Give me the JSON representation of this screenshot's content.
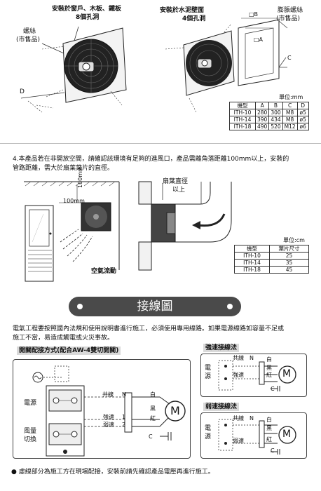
{
  "top": {
    "left_title_line1": "安裝於窗戶、木板、鐵板",
    "left_title_line2": "8個孔洞",
    "left_label_screw_1": "螺絲",
    "left_label_screw_2": "(市售品)",
    "left_label_d": "D",
    "right_title_line1": "安裝於水泥壁面",
    "right_title_line2": "4個孔洞",
    "right_label_anchor_1": "膨脹螺絲",
    "right_label_anchor_2": "(市售品)",
    "label_b": "□B",
    "label_a": "□A",
    "label_c": "C"
  },
  "spec_table": {
    "unit": "單位:mm",
    "headers": [
      "機型",
      "A",
      "B",
      "C",
      "D"
    ],
    "rows": [
      [
        "ITH-10",
        "280",
        "300",
        "M8",
        "ø5"
      ],
      [
        "ITH-14",
        "390",
        "434",
        "M8",
        "ø5"
      ],
      [
        "ITH-18",
        "490",
        "520",
        "M12",
        "ø6"
      ]
    ]
  },
  "note4": {
    "line1": "4.本產品若在非開放空間，請確認該環境有足夠的進風口，產品需離角落距離100mm以上，安裝的",
    "line2": "管路距離，需大於扇葉葉片的直徑。"
  },
  "room": {
    "dim_top": "100mm",
    "dim_side": "100mm",
    "airflow_label": "空氣流動",
    "blade_label_1": "扇葉直徑",
    "blade_label_2": "以上"
  },
  "blade_table": {
    "unit": "單位:cm",
    "headers": [
      "機型",
      "葉片尺寸"
    ],
    "rows": [
      [
        "ITH-10",
        "25"
      ],
      [
        "ITH-14",
        "35"
      ],
      [
        "ITH-18",
        "45"
      ]
    ]
  },
  "wiring_title": "接線圖",
  "wiring_intro": {
    "line1": "電氣工程要按照國內法規和使用說明書進行施工，必須使用專用線路。如果電源線路如容量不足或",
    "line2": "施工不當，易造成觸電或火災事故。"
  },
  "switch_box": {
    "header": "開關配接方式(配合AW-4雙切開關)",
    "power": "電源",
    "speed_1": "風量",
    "speed_2": "切換",
    "common": "共線",
    "strong": "強速",
    "weak": "弱速",
    "n": "N",
    "one": "1",
    "two": "2",
    "white": "白",
    "black": "黑",
    "red": "紅",
    "motor": "M",
    "cap": "C"
  },
  "strong_box": {
    "header": "強速接線法",
    "power_1": "電",
    "power_2": "源",
    "common": "共線",
    "strong": "強速",
    "n": "N",
    "white": "白",
    "black": "黑",
    "red": "紅",
    "motor": "M",
    "cap": "C"
  },
  "weak_box": {
    "header": "弱速接線法",
    "power_1": "電",
    "power_2": "源",
    "common": "共線",
    "weak": "弱速",
    "n": "N",
    "white": "白",
    "black": "黑",
    "red": "紅",
    "motor": "M",
    "cap": "C"
  },
  "footer_note": "● 虛線部分為施工方在現場配接，安裝前請先確認產品電壓再進行施工。"
}
